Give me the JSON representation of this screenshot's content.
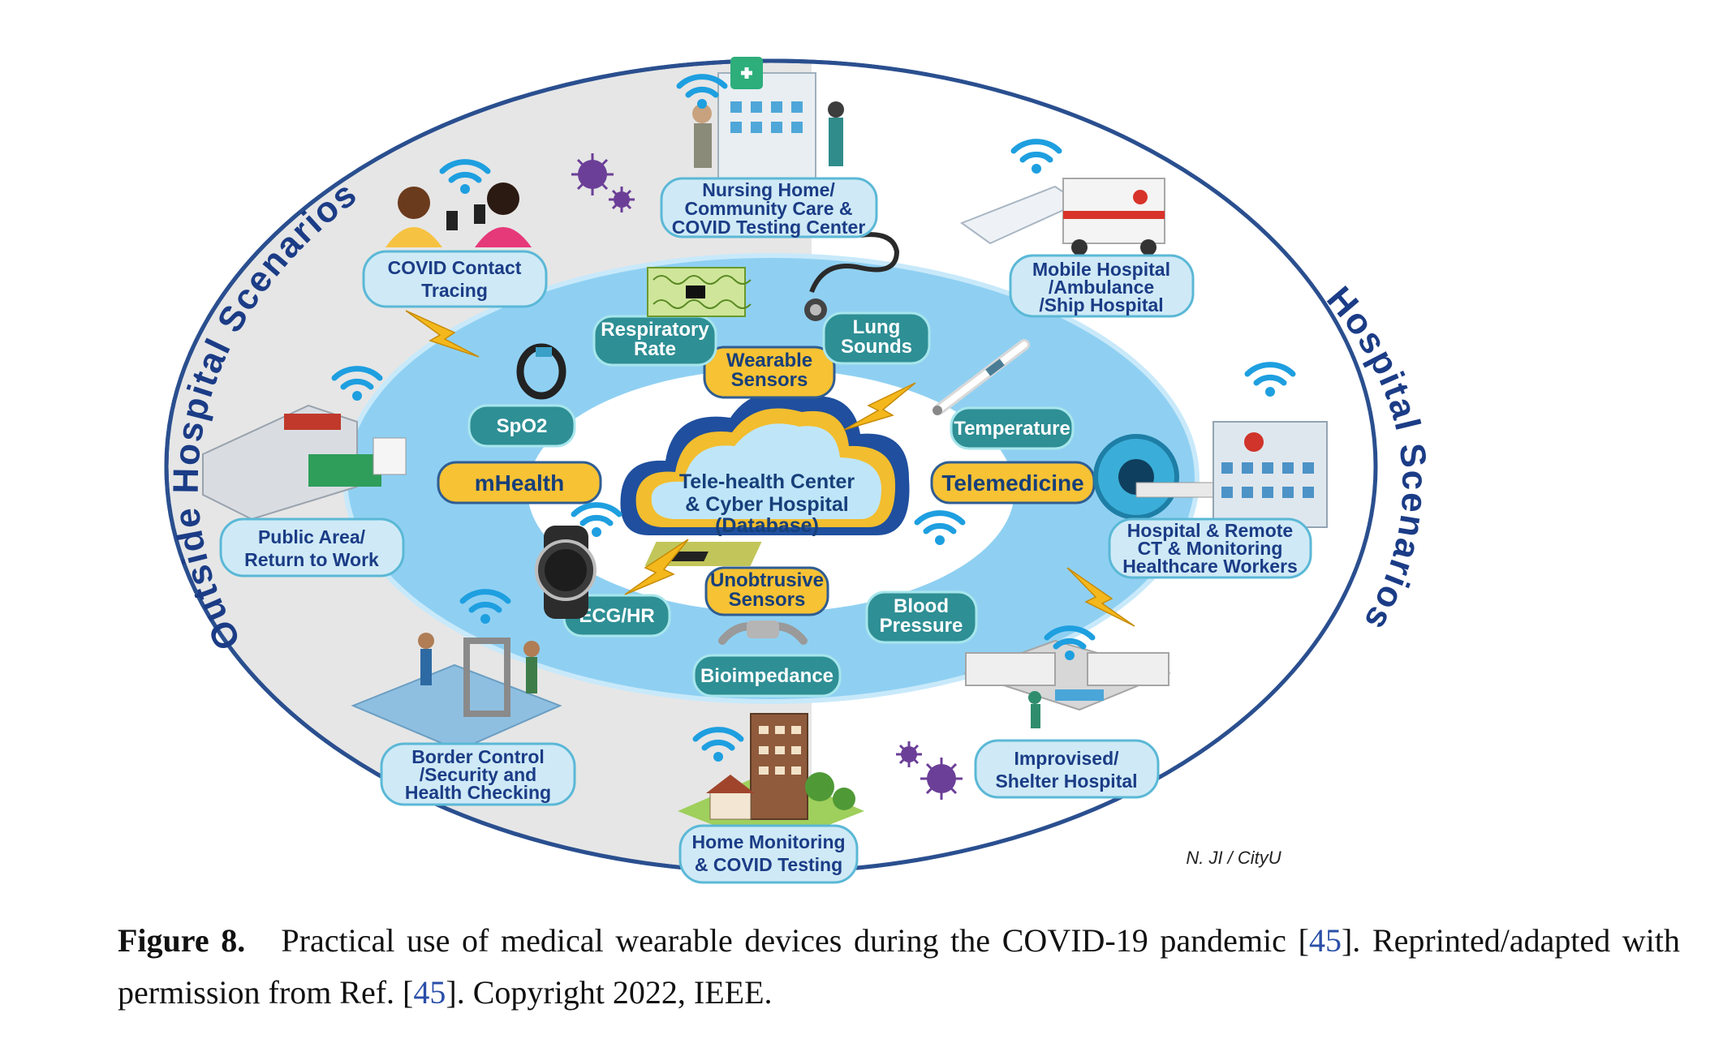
{
  "diagram": {
    "center": {
      "lines": [
        "Tele-health Center",
        "& Cyber Hospital",
        "(Database)"
      ]
    },
    "ring_labels": {
      "wearable_sensors": [
        "Wearable",
        "Sensors"
      ],
      "unobtrusive_sensors": [
        "Unobtrusive",
        "Sensors"
      ],
      "mhealth": "mHealth",
      "telemedicine": "Telemedicine"
    },
    "sensors": {
      "respiratory_rate": [
        "Respiratory",
        "Rate"
      ],
      "lung_sounds": [
        "Lung",
        "Sounds"
      ],
      "spo2": "SpO2",
      "temperature": "Temperature",
      "ecg_hr": "ECG/HR",
      "blood_pressure": [
        "Blood",
        "Pressure"
      ],
      "bioimpedance": "Bioimpedance"
    },
    "arc_labels": {
      "outside": "Outside Hospital Scenarios",
      "hospital": "Hospital Scenarios"
    },
    "scenarios": {
      "nursing_home": [
        "Nursing Home/",
        "Community Care &",
        "COVID Testing Center"
      ],
      "covid_contact": [
        "COVID Contact",
        "Tracing"
      ],
      "mobile_hospital": [
        "Mobile Hospital",
        "/Ambulance",
        "/Ship Hospital"
      ],
      "public_area": [
        "Public Area/",
        "Return to Work"
      ],
      "hospital_remote": [
        "Hospital & Remote",
        "CT & Monitoring",
        "Healthcare Workers"
      ],
      "border_control": [
        "Border Control",
        "/Security and",
        "Health Checking"
      ],
      "improvised_shelter": [
        "Improvised/",
        "Shelter Hospital"
      ],
      "home_monitoring": [
        "Home Monitoring",
        "& COVID Testing"
      ]
    },
    "credit": "N. JI / CityU",
    "colors": {
      "ring": "#7cc7ef",
      "outer": "#e3e3e3",
      "teal": "#2e8f95",
      "yellow": "#f7c234",
      "navy": "#1b3c86"
    }
  },
  "caption": {
    "figure_label": "Figure 8.",
    "text1": "Practical use of medical wearable devices during the COVID-19 pandemic [",
    "ref1": "45",
    "text2": "]. Reprinted/adapted with permission from Ref. [",
    "ref2": "45",
    "text3": "]. Copyright 2022, IEEE."
  }
}
